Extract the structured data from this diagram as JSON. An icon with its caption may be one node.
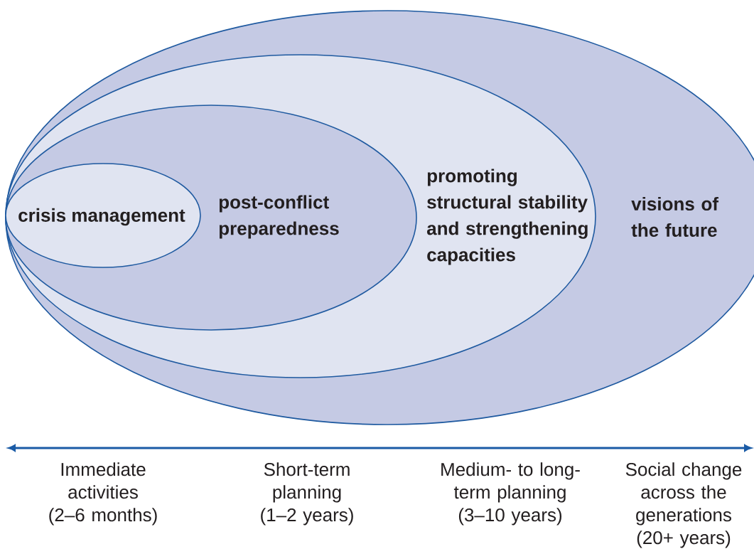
{
  "diagram": {
    "nodes": [
      {
        "text": [
          "visions of the future"
        ]
      },
      {
        "text": [
          "promoting structural stability and strengthening capacities"
        ],
        "in": 0
      },
      {
        "text": [
          "post-conflict preparedness"
        ],
        "in": 1
      },
      {
        "text": [
          "crisis management"
        ],
        "in": 2
      }
    ],
    "labels": [
      "Immediate activities (2–6 months)",
      "Short-term planning (1–2 years)",
      "Medium- to long-term planning (3–10 years)",
      "Social change across the generations (20+ years)"
    ]
  }
}
